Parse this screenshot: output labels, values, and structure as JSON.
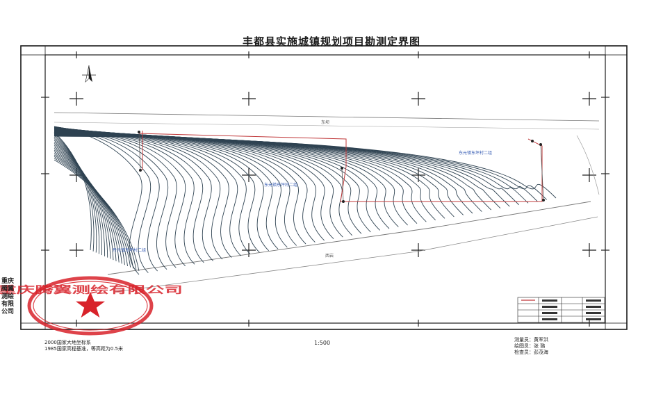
{
  "title": "丰都县实施城镇规划项目勘测定界图",
  "scale": "1:500",
  "notes": [
    "2000国家大地坐标系",
    "1985国家高程基准，等高距为0.5米"
  ],
  "staff": {
    "surveyor": "测量员：黄军洪",
    "drafter": "绘图员：张 璐",
    "checker": "检查员：彭茂海"
  },
  "company_vertical": "重庆腾翼测绘有限公司",
  "seal_text": "重庆腾翼测绘有限公司",
  "labels": {
    "north_side": "东坝",
    "south_side": "西岩",
    "parcel_1": "东元镇东坪村二组",
    "parcel_2": "东元镇东坪村二组",
    "parcel_3": "丹元镇东坪村二组"
  },
  "colors": {
    "frame": "#1a1a1a",
    "contour": "#2f4352",
    "boundary": "#c0383a",
    "seal": "#d8222a",
    "label": "#3a5fb5"
  },
  "icons": [
    "north-arrow-icon",
    "seal-star-icon"
  ]
}
